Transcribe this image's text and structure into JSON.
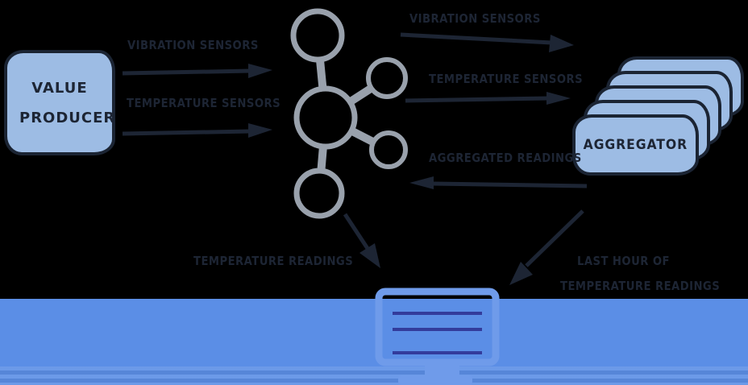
{
  "diagram": {
    "nodes": {
      "producer": {
        "label": "VALUE PRODUCER"
      },
      "cluster": {
        "icon": "node-cluster-icon",
        "node_count": 5
      },
      "aggregator": {
        "label": "AGGREGATOR",
        "stack_count": 5
      },
      "monitor": {
        "icon": "monitor-icon"
      }
    },
    "edges": [
      {
        "from": "producer",
        "to": "cluster",
        "label": "VIBRATION SENSORS"
      },
      {
        "from": "producer",
        "to": "cluster",
        "label": "TEMPERATURE SENSORS"
      },
      {
        "from": "cluster",
        "to": "aggregator",
        "label": "VIBRATION SENSORS"
      },
      {
        "from": "cluster",
        "to": "aggregator",
        "label": "TEMPERATURE SENSORS"
      },
      {
        "from": "aggregator",
        "to": "cluster",
        "label": "AGGREGATED READINGS"
      },
      {
        "from": "cluster",
        "to": "monitor",
        "label": "TEMPERATURE READINGS"
      },
      {
        "from": "aggregator",
        "to": "monitor",
        "line1": "LAST HOUR OF",
        "line2": "TEMPERATURE READINGS"
      }
    ],
    "colors": {
      "background": "#000000",
      "box_fill": "#9dbce4",
      "box_border": "#1b2433",
      "ink": "#1d2534",
      "cluster_gray": "#99a1ac",
      "band_blue": "#5b8ee6",
      "monitor_blue": "#6f9bea",
      "monitor_line": "#333c9c"
    }
  }
}
